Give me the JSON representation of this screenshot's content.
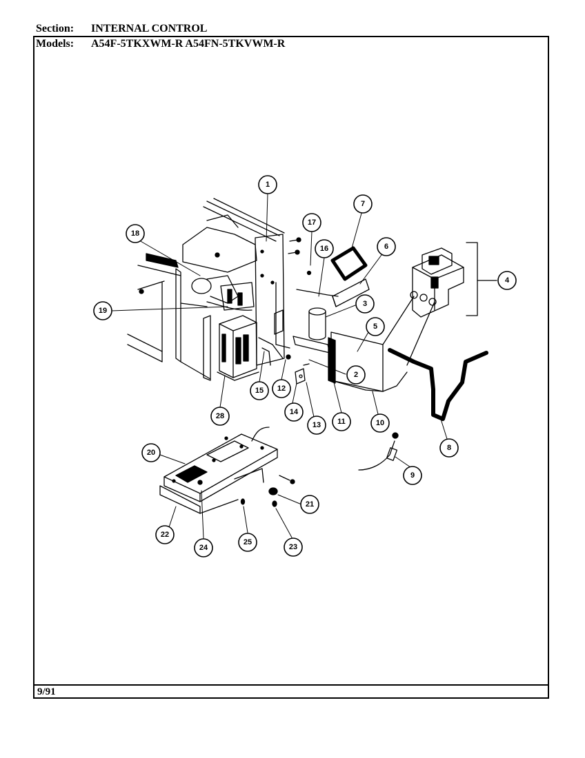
{
  "header": {
    "section_label": "Section:",
    "section_value": "INTERNAL CONTROL",
    "models_label": "Models:",
    "models_value": "A54F-5TKXWM-R  A54FN-5TKVWM-R"
  },
  "footer": {
    "date": "9/91"
  },
  "callouts": [
    "1",
    "2",
    "3",
    "4",
    "5",
    "6",
    "7",
    "8",
    "9",
    "10",
    "11",
    "12",
    "13",
    "14",
    "15",
    "16",
    "17",
    "18",
    "19",
    "20",
    "21",
    "22",
    "23",
    "24",
    "25",
    "28"
  ]
}
